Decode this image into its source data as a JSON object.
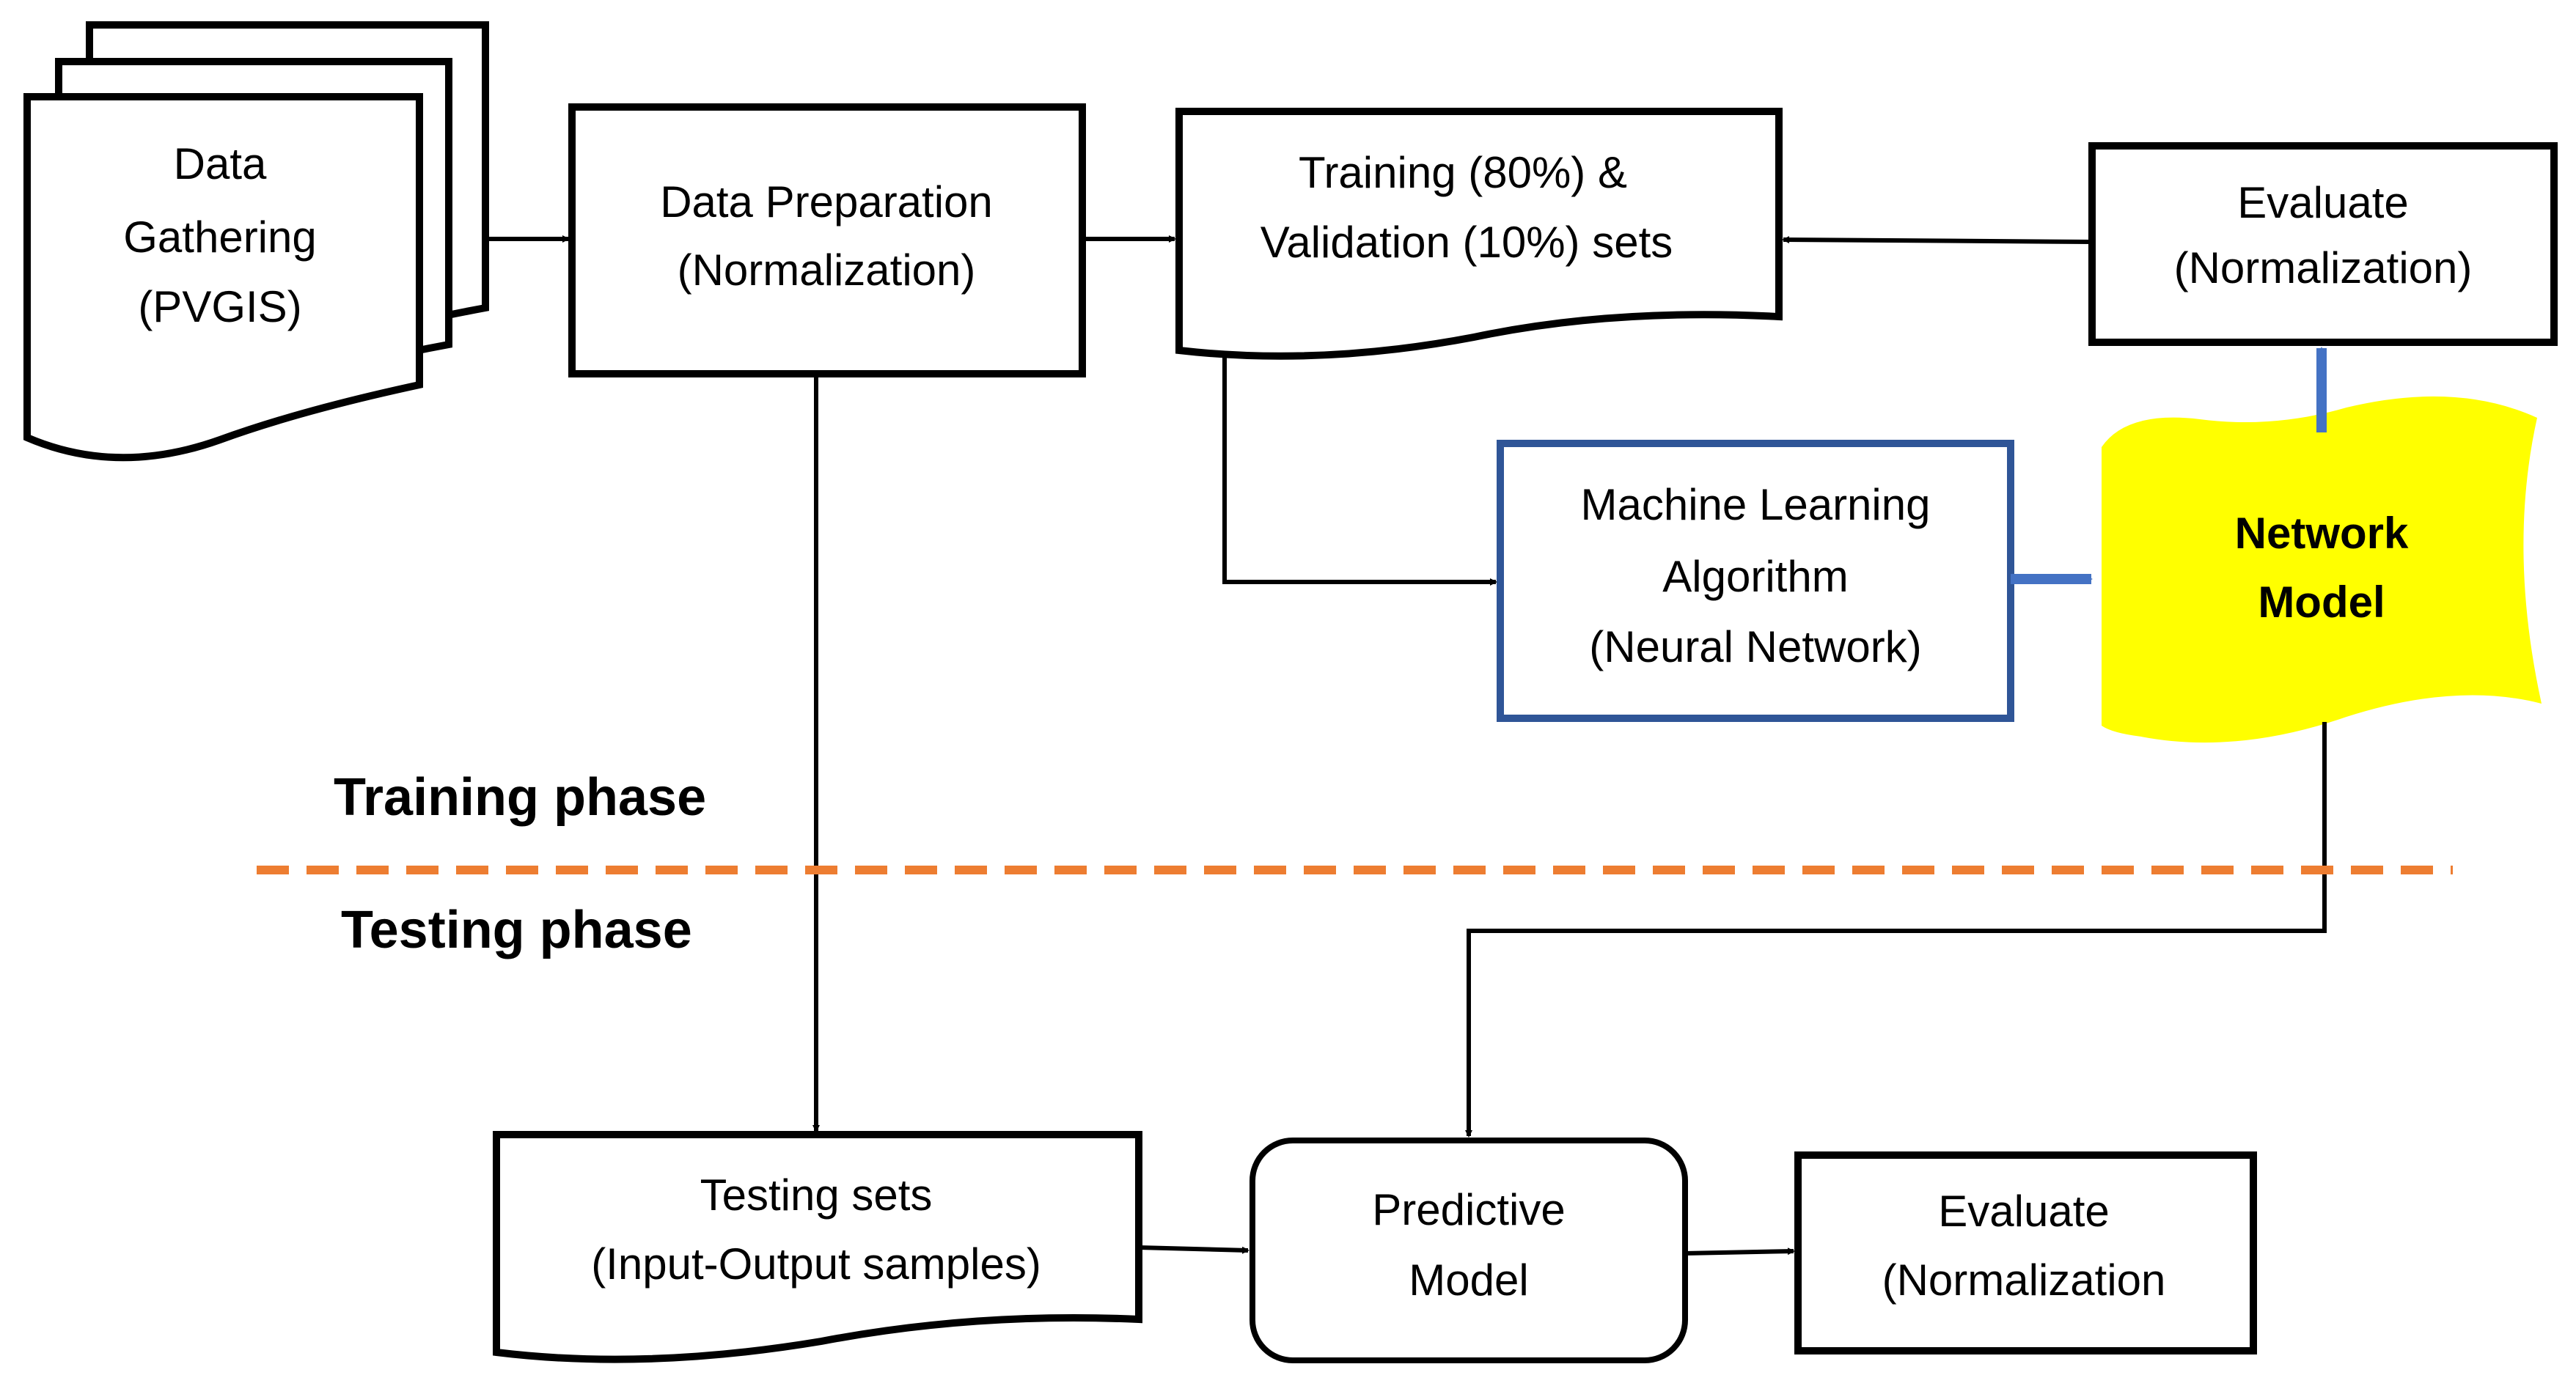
{
  "colors": {
    "stroke": "#000000",
    "blue_border": "#2F5597",
    "blue_arrow": "#4472C4",
    "network_fill": "#FFFF00",
    "phase_divider": "#ED7D31",
    "background": "#FFFFFF"
  },
  "nodes": {
    "data_gathering": {
      "lines": [
        "Data",
        "Gathering",
        "(PVGIS)"
      ]
    },
    "data_preparation": {
      "lines": [
        "Data  Preparation",
        "(Normalization)"
      ]
    },
    "training_validation": {
      "lines": [
        "Training (80%) &",
        "Validation (10%) sets"
      ]
    },
    "evaluate_top": {
      "lines": [
        "Evaluate",
        "(Normalization)"
      ]
    },
    "ml_algorithm": {
      "lines": [
        "Machine Learning",
        "Algorithm",
        "(Neural Network)"
      ]
    },
    "network_model": {
      "lines": [
        "Network",
        "Model"
      ]
    },
    "testing_sets": {
      "lines": [
        "Testing sets",
        "(Input-Output samples)"
      ]
    },
    "predictive_model": {
      "lines": [
        "Predictive",
        "Model"
      ]
    },
    "evaluate_bottom": {
      "lines": [
        "Evaluate",
        "(Normalization"
      ]
    }
  },
  "phases": {
    "training": "Training phase",
    "testing": "Testing phase"
  }
}
